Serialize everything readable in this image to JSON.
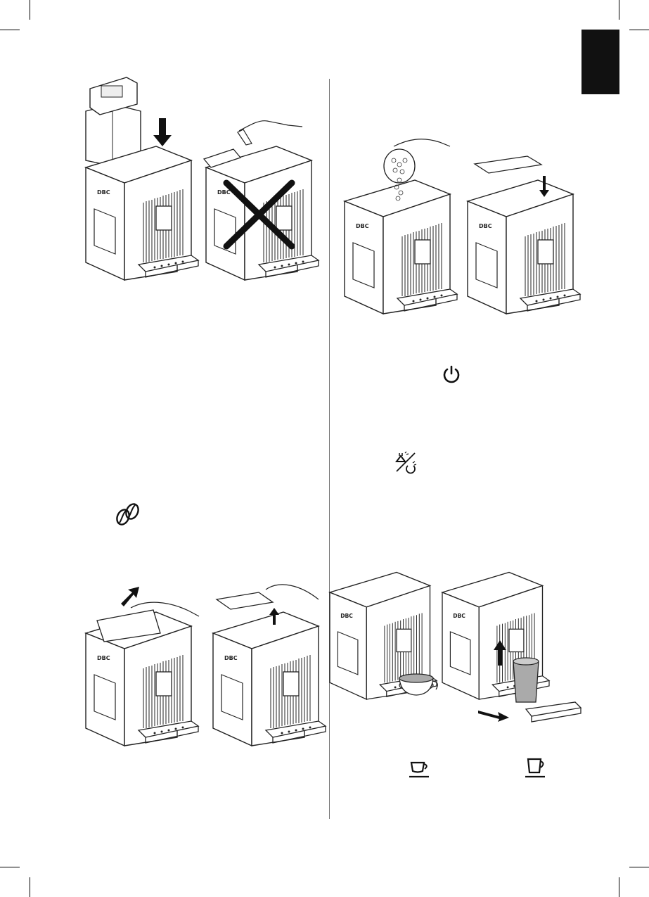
{
  "language_tab": {
    "color": "#111111"
  },
  "icons": {
    "power": "power-icon",
    "steam_rinse": "steam-rinse-icon",
    "beans": "coffee-beans-icon",
    "small_cup": "small-cup-icon",
    "large_cup": "large-cup-icon"
  },
  "figures": [
    {
      "id": "fig1",
      "subject": "water-tank-insert-and-no-fill-in-place"
    },
    {
      "id": "fig2",
      "subject": "pour-beans-and-close-lid"
    },
    {
      "id": "fig3",
      "subject": "open-bean-lid"
    },
    {
      "id": "fig4",
      "subject": "cup-and-drip-tray"
    }
  ]
}
